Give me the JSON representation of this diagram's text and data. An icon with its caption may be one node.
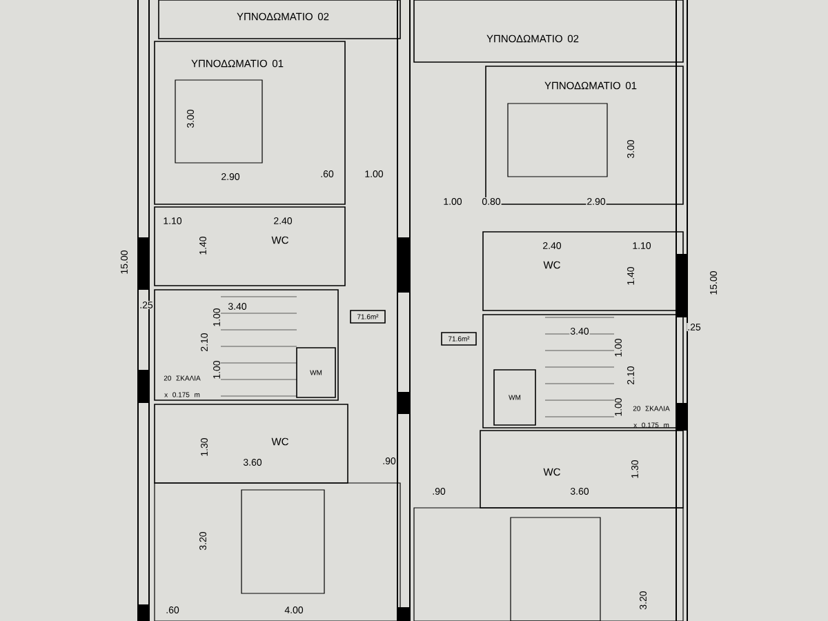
{
  "diagram": {
    "nodes": [
      {
        "text": [
          "ΥΠΝΟΔΩΜΑΤΙΟ 02"
        ]
      },
      {
        "text": [
          "ΥΠΝΟΔΩΜΑΤΙΟ 01"
        ]
      },
      {
        "text": [
          "WC"
        ]
      },
      {
        "text": [
          "20 ΣΚΑΛΙΑ x 0.175 m"
        ]
      },
      {
        "text": [
          "WM"
        ],
        "in": 3
      },
      {
        "text": [
          "71.6m²"
        ]
      },
      {
        "text": [
          "WC"
        ]
      },
      {
        "text": [
          "ΥΠΝΟΔΩΜΑΤΙΟ 02"
        ]
      },
      {
        "text": [
          "ΥΠΝΟΔΩΜΑΤΙΟ 01"
        ]
      },
      {
        "text": [
          "WC"
        ]
      },
      {
        "text": [
          "20 ΣΚΑΛΙΑ x 0.175 m"
        ]
      },
      {
        "text": [
          "WM"
        ],
        "in": 10
      },
      {
        "text": [
          "71.6m²"
        ]
      },
      {
        "text": [
          "WC"
        ]
      }
    ],
    "labels": [
      "3.00",
      "2.90",
      ".60",
      "1.00",
      "1.00",
      "0.80",
      "2.90",
      "3.00",
      "1.10",
      "2.40",
      "2.40",
      "1.10",
      "1.40",
      "1.40",
      "15.00",
      "15.00",
      ".25",
      "3.40",
      "1.00",
      "2.10",
      "1.00",
      ".25",
      "3.40",
      "1.00",
      "2.10",
      "1.00",
      "1.30",
      "3.60",
      ".90",
      ".90",
      "3.60",
      "1.30",
      "3.20",
      ".60",
      "4.00",
      "3.20"
    ]
  }
}
